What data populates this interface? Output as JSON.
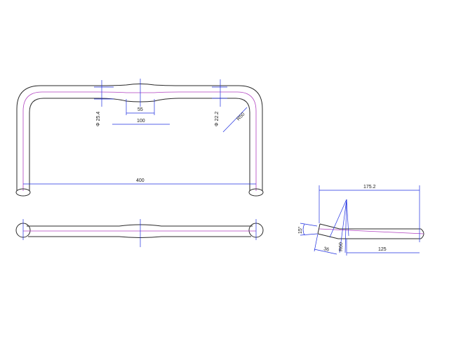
{
  "colors": {
    "outline": "#2a2a2a",
    "centerline": "#b040c0",
    "dimension": "#1f2fe0",
    "text": "#1a1a1a",
    "background": "#ffffff"
  },
  "top_view": {
    "dims": {
      "clamp_diameter": "Φ 25.4",
      "clamp_width": "55",
      "center_width": "100",
      "grip_diameter": "Φ 22.2",
      "bend_radius": "R50",
      "overall_width": "400"
    }
  },
  "side_view": {
    "dims": {
      "reach": "175.2",
      "angle": "15°",
      "drop_offset": "36",
      "radius": "R60",
      "length": "125"
    }
  }
}
